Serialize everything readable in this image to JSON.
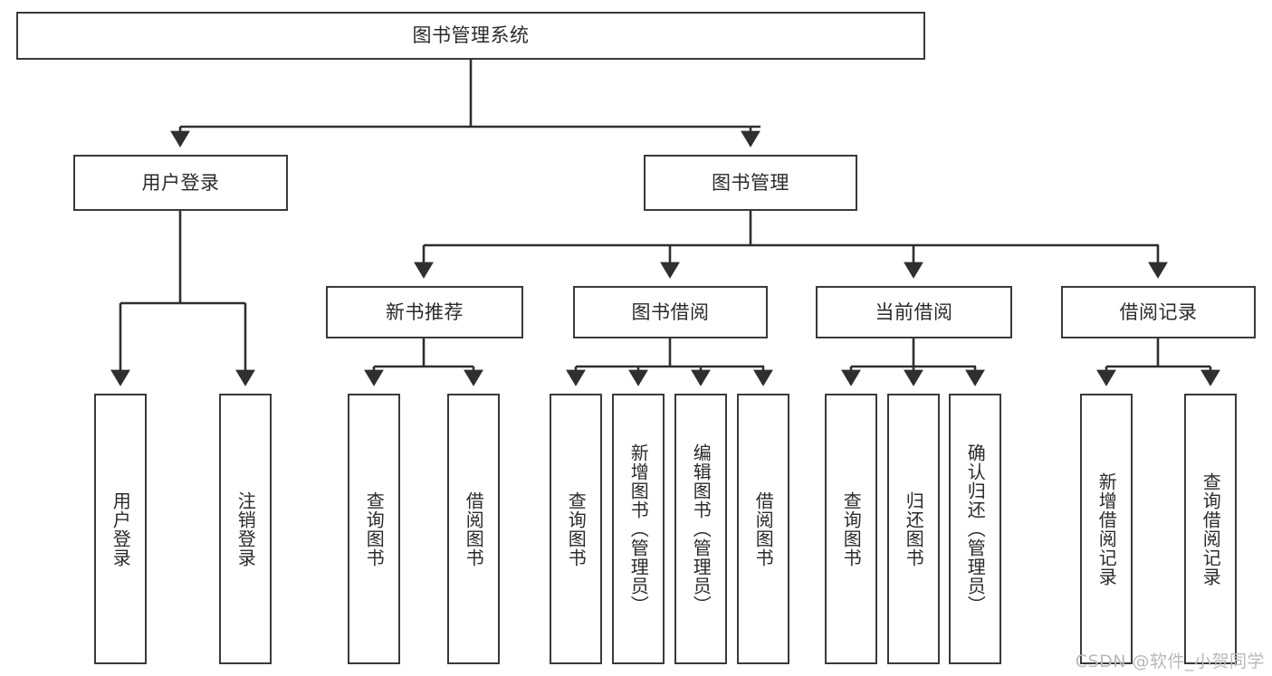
{
  "diagram": {
    "title": "图书管理系统",
    "type": "tree-hierarchy",
    "root": {
      "label": "图书管理系统"
    },
    "level2": [
      {
        "label": "用户登录"
      },
      {
        "label": "图书管理"
      }
    ],
    "level3": [
      {
        "label": "新书推荐"
      },
      {
        "label": "图书借阅"
      },
      {
        "label": "当前借阅"
      },
      {
        "label": "借阅记录"
      }
    ],
    "leaves": {
      "user_login": [
        {
          "label": "用户登录"
        },
        {
          "label": "注销登录"
        }
      ],
      "new_book_recommend": [
        {
          "label": "查询图书"
        },
        {
          "label": "借阅图书"
        }
      ],
      "book_borrow": [
        {
          "label": "查询图书"
        },
        {
          "label": "新增图书（管理员）"
        },
        {
          "label": "编辑图书（管理员）"
        },
        {
          "label": "借阅图书"
        }
      ],
      "current_borrow": [
        {
          "label": "查询图书"
        },
        {
          "label": "归还图书"
        },
        {
          "label": "确认归还（管理员）"
        }
      ],
      "borrow_record": [
        {
          "label": "新增借阅记录"
        },
        {
          "label": "查询借阅记录"
        }
      ]
    }
  },
  "watermark": {
    "text": "CSDN @软件_小贺同学"
  },
  "colors": {
    "box_border": "#3a3a3a",
    "box_fill": "#ffffff",
    "connector": "#2f2f2f",
    "text": "#2b2b2b",
    "watermark": "#b9b9b9",
    "page_background": "#ffffff"
  }
}
